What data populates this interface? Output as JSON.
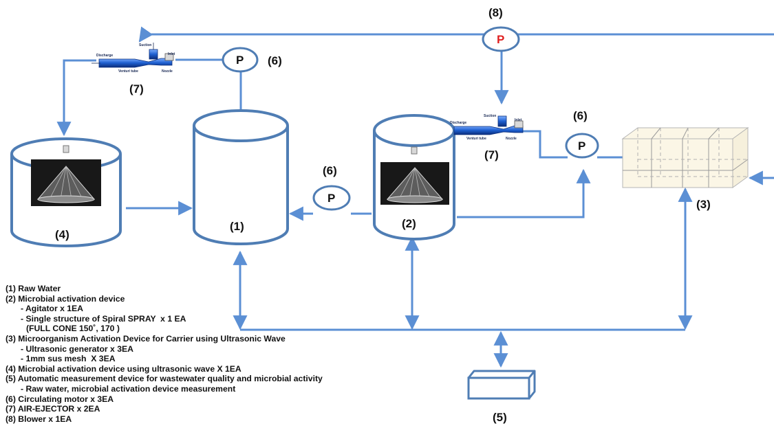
{
  "colors": {
    "pipe": "#5b8fd4",
    "tank_stroke": "#4f7db4",
    "pump_red": "#e02020",
    "mesh_box_fill": "#fbf6e6"
  },
  "labels": {
    "tank1": "(1)",
    "tank2": "(2)",
    "box3": "(3)",
    "tank4": "(4)",
    "box5": "(5)",
    "pump6_top": "(6)",
    "pump6_mid": "(6)",
    "pump6_right": "(6)",
    "ejector7_left": "(7)",
    "ejector7_right": "(7)",
    "blower8": "(8)"
  },
  "pump_letter": "P",
  "ejector_text": {
    "suction": "Suction",
    "discharge": "Discharge",
    "inlet": "Inlet",
    "venturi": "Venturi tube",
    "nozzle": "Nozzle"
  },
  "legend": [
    {
      "text": "(1) Raw Water",
      "level": 0
    },
    {
      "text": "(2) Microbial activation device",
      "level": 0
    },
    {
      "text": "- Agitator x 1EA",
      "level": 1
    },
    {
      "text": "- Single structure of Spiral SPRAY  x 1 EA",
      "level": 1
    },
    {
      "text": "(FULL CONE 150˚, 170 )",
      "level": 2
    },
    {
      "text": "(3) Microorganism Activation Device for Carrier using Ultrasonic Wave",
      "level": 0
    },
    {
      "text": "- Ultrasonic generator x 3EA",
      "level": 1
    },
    {
      "text": "- 1mm sus mesh  X 3EA",
      "level": 1
    },
    {
      "text": "(4) Microbial activation device using ultrasonic wave X 1EA",
      "level": 0
    },
    {
      "text": "(5) Automatic measurement device for wastewater quality and microbial activity",
      "level": 0
    },
    {
      "text": "- Raw water, microbial activation device measurement",
      "level": 1
    },
    {
      "text": "(6) Circulating motor x 3EA",
      "level": 0
    },
    {
      "text": "(7) AIR-EJECTOR x 2EA",
      "level": 0
    },
    {
      "text": "(8) Blower x 1EA",
      "level": 0
    }
  ]
}
